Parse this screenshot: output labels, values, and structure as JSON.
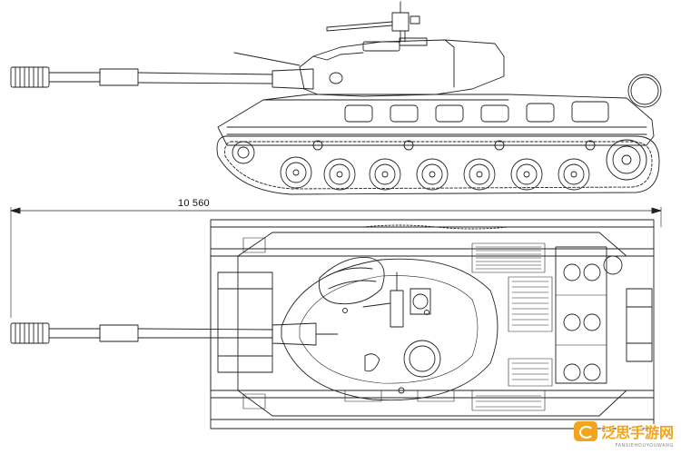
{
  "drawing": {
    "dimension_label": "10 560"
  },
  "watermark": {
    "text": "泛思手游网",
    "subtext": "FANSIEHOUYOUWANG"
  }
}
